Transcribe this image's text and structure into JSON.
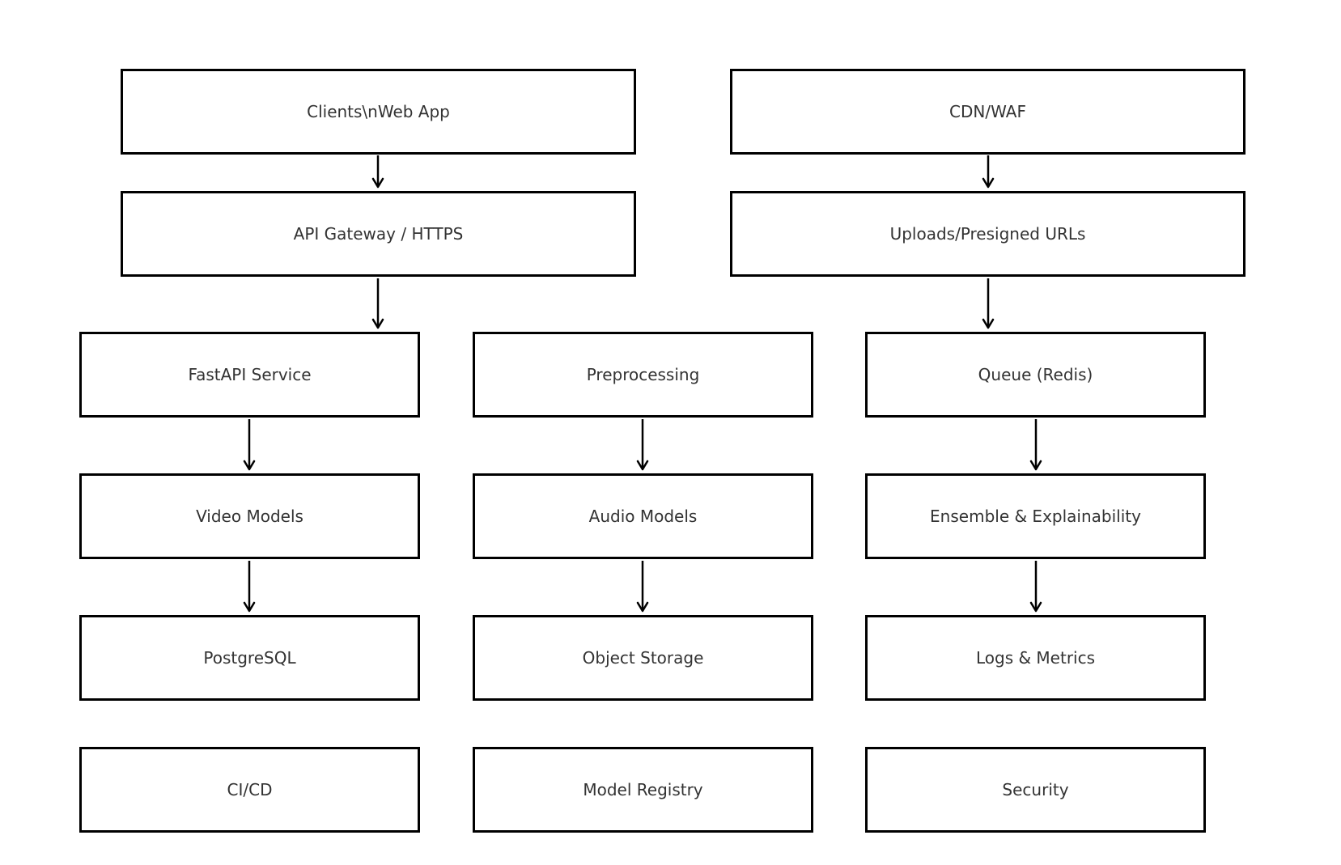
{
  "nodes": {
    "clients": "Clients\\nWeb App",
    "cdn": "CDN/WAF",
    "gateway": "API Gateway / HTTPS",
    "uploads": "Uploads/Presigned URLs",
    "fastapi": "FastAPI Service",
    "preproc": "Preprocessing",
    "queue": "Queue (Redis)",
    "video": "Video Models",
    "audio": "Audio Models",
    "ensemble": "Ensemble & Explainability",
    "postgres": "PostgreSQL",
    "objstore": "Object Storage",
    "logs": "Logs & Metrics",
    "cicd": "CI/CD",
    "registry": "Model Registry",
    "security": "Security"
  },
  "edges": [
    {
      "from": "clients",
      "to": "gateway"
    },
    {
      "from": "cdn",
      "to": "uploads"
    },
    {
      "from": "gateway",
      "to": "fastapi"
    },
    {
      "from": "uploads",
      "to": "queue"
    },
    {
      "from": "fastapi",
      "to": "video"
    },
    {
      "from": "preproc",
      "to": "audio"
    },
    {
      "from": "queue",
      "to": "ensemble"
    },
    {
      "from": "video",
      "to": "postgres"
    },
    {
      "from": "audio",
      "to": "objstore"
    },
    {
      "from": "ensemble",
      "to": "logs"
    }
  ]
}
